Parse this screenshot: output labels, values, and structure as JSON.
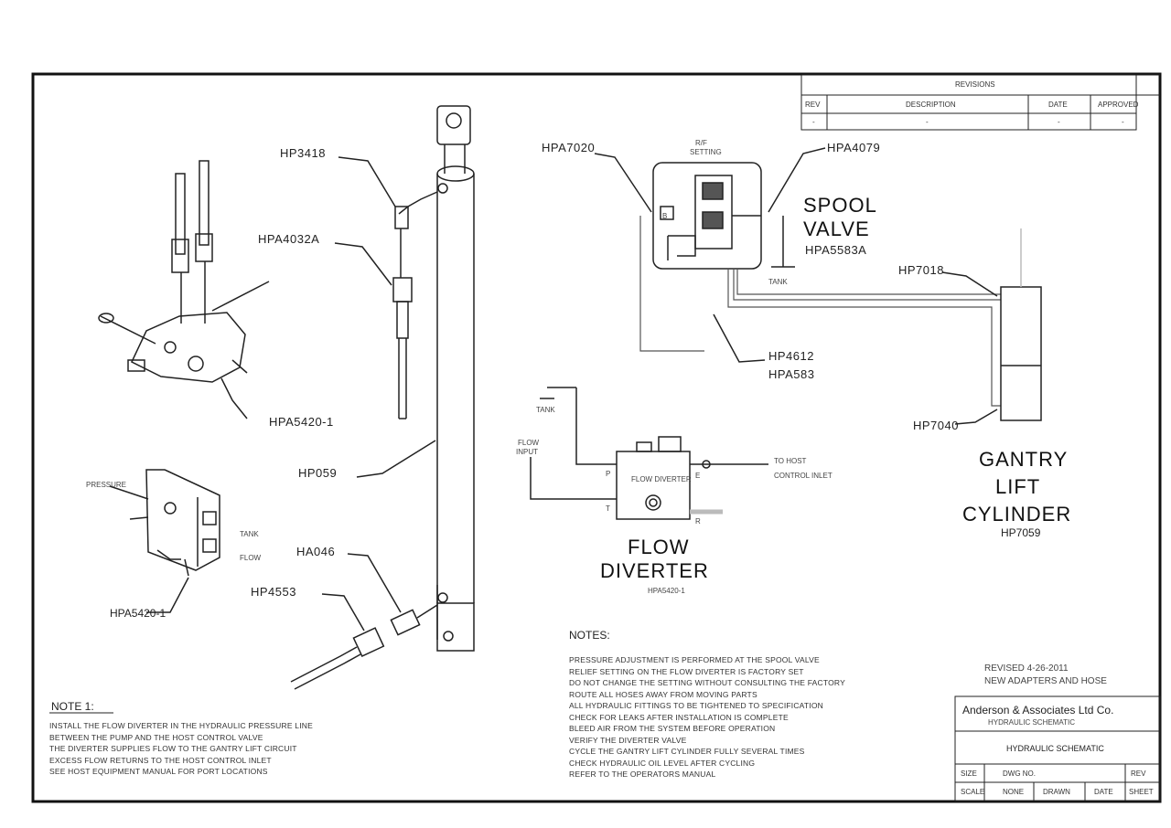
{
  "revision_block": {
    "header": "REVISIONS",
    "columns": [
      "REV",
      "DESCRIPTION",
      "DATE",
      "APPROVED"
    ],
    "row": [
      "-",
      "-",
      "-",
      "-"
    ]
  },
  "components": {
    "spool_valve": {
      "title_1": "SPOOL",
      "title_2": "VALVE",
      "part": "HPA5583A"
    },
    "gantry_cylinder": {
      "title_1": "GANTRY",
      "title_2": "LIFT",
      "title_3": "CYLINDER",
      "part": "HP7059"
    },
    "flow_diverter": {
      "title_1": "FLOW",
      "title_2": "DIVERTER",
      "part": "HPA5420-1"
    }
  },
  "part_callouts": [
    {
      "id": "hp3418",
      "text": "HP3418"
    },
    {
      "id": "hpa4032a",
      "text": "HPA4032A"
    },
    {
      "id": "hpa5420-1-left",
      "text": "HPA5420-1"
    },
    {
      "id": "hp059",
      "text": "HP059"
    },
    {
      "id": "ha046",
      "text": "HA046"
    },
    {
      "id": "hp4553",
      "text": "HP4553"
    },
    {
      "id": "hpa5420-1-bottom",
      "text": "HPA5420-1"
    },
    {
      "id": "hpa7020",
      "text": "HPA7020"
    },
    {
      "id": "hpa4079",
      "text": "HPA4079"
    },
    {
      "id": "hp7018",
      "text": "HP7018"
    },
    {
      "id": "hp4612",
      "text": "HP4612"
    },
    {
      "id": "hpa583",
      "text": "HPA583"
    },
    {
      "id": "hp7040",
      "text": "HP7040"
    }
  ],
  "small_labels": {
    "relief": "R/F",
    "setting": "SETTING",
    "tank": "TANK",
    "tank_small": "TANK",
    "flow_input": "FLOW",
    "flow_input_2": "INPUT",
    "to_host_1": "TO HOST",
    "to_host_2": "CONTROL INLET",
    "pressure": "PRESSURE",
    "port_p": "P",
    "port_e": "E",
    "port_t": "T",
    "port_b": "B",
    "port_r": "R",
    "diverter_face": "FLOW DIVERTER",
    "tank_side": "TANK",
    "flow_side": "FLOW"
  },
  "notes_block": {
    "heading": "NOTES:",
    "lines": [
      "PRESSURE ADJUSTMENT IS PERFORMED AT THE SPOOL VALVE",
      "RELIEF SETTING ON THE FLOW DIVERTER IS FACTORY SET",
      "DO NOT CHANGE THE SETTING WITHOUT CONSULTING THE FACTORY",
      "ROUTE ALL HOSES AWAY FROM MOVING PARTS",
      "ALL HYDRAULIC FITTINGS TO BE TIGHTENED TO SPECIFICATION",
      "CHECK FOR LEAKS AFTER INSTALLATION IS COMPLETE",
      "BLEED AIR FROM THE SYSTEM BEFORE OPERATION",
      "VERIFY THE DIVERTER VALVE",
      "CYCLE THE GANTRY LIFT CYLINDER FULLY SEVERAL TIMES",
      "CHECK HYDRAULIC OIL LEVEL AFTER CYCLING",
      "REFER TO THE OPERATORS MANUAL"
    ]
  },
  "left_notes": {
    "heading": "NOTE 1:",
    "lines": [
      "INSTALL THE FLOW DIVERTER IN THE HYDRAULIC PRESSURE LINE",
      "BETWEEN THE PUMP AND THE HOST CONTROL VALVE",
      "THE DIVERTER SUPPLIES FLOW TO THE GANTRY LIFT CIRCUIT",
      "EXCESS FLOW RETURNS TO THE HOST CONTROL INLET",
      "SEE HOST EQUIPMENT MANUAL FOR PORT LOCATIONS"
    ]
  },
  "revision_note": {
    "line1": "REVISED 4-26-2011",
    "line2": "NEW ADAPTERS AND HOSE"
  },
  "title_block": {
    "company": "Anderson & Associates Ltd Co.",
    "subtitle": "HYDRAULIC SCHEMATIC",
    "drawing_title": "HYDRAULIC SCHEMATIC",
    "row1": [
      "SIZE",
      "DWG NO.",
      "REV"
    ],
    "row2": [
      "SCALE",
      "NONE",
      "DRAWN",
      "DATE",
      "SHEET"
    ]
  }
}
